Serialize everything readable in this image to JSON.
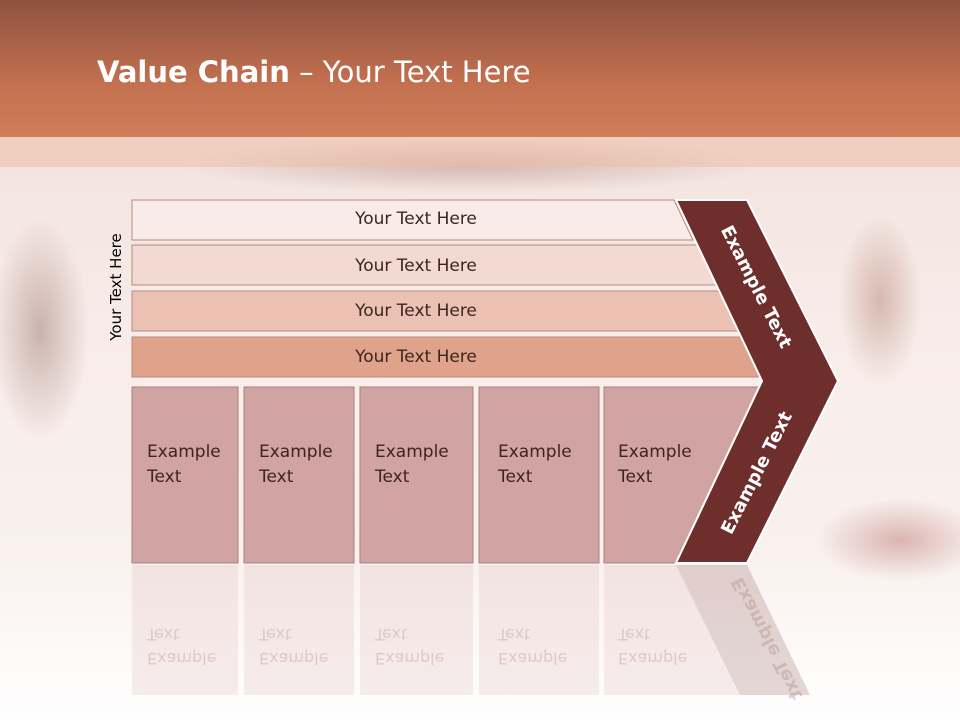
{
  "title": {
    "bold": "Value Chain",
    "rest": " – Your Text Here"
  },
  "side_label": "Your Text Here",
  "rows": [
    {
      "label": "Your Text Here",
      "fill": "#f9ebe8"
    },
    {
      "label": "Your Text Here",
      "fill": "#f2d9d1"
    },
    {
      "label": "Your Text Here",
      "fill": "#eac1b2"
    },
    {
      "label": "Your Text Here",
      "fill": "#dfa28a"
    }
  ],
  "boxes": [
    {
      "line1": "Example",
      "line2": "Text"
    },
    {
      "line1": "Example",
      "line2": "Text"
    },
    {
      "line1": "Example",
      "line2": "Text"
    },
    {
      "line1": "Example",
      "line2": "Text"
    },
    {
      "line1": "Example",
      "line2": "Text"
    }
  ],
  "arrow": {
    "top_label": "Example Text",
    "bottom_label": "Example Text",
    "color": "#6e2f2c"
  },
  "colors": {
    "box_fill": "#d2a3a3",
    "header": "#c2704f"
  }
}
